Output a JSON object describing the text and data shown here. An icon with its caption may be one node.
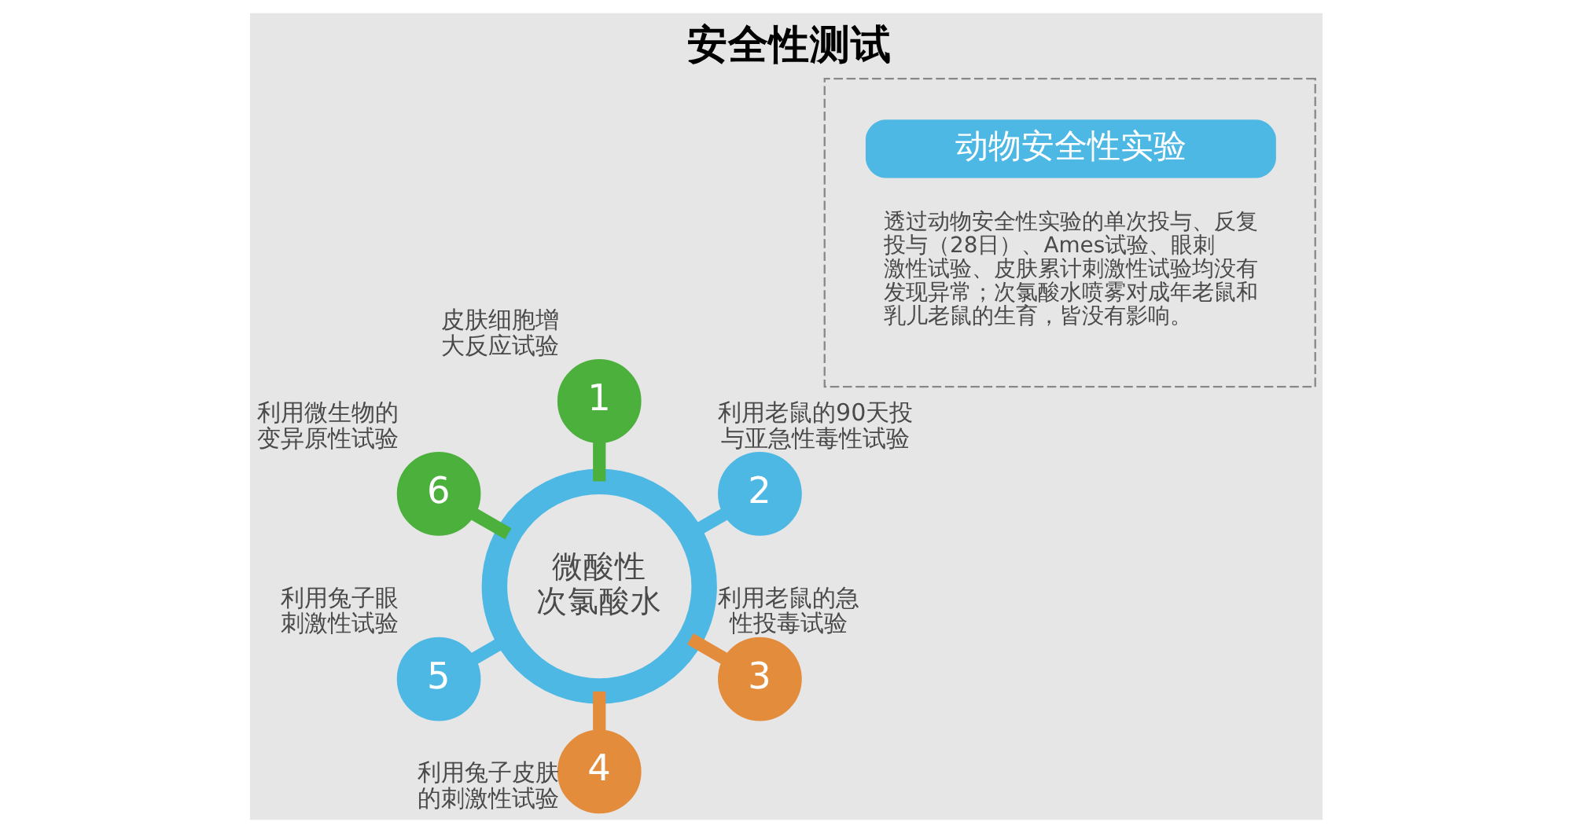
{
  "diagram": {
    "title": "安全性测试",
    "nodes": [
      {
        "text": [
          "微酸性次氯酸水"
        ]
      },
      {
        "text": [
          "1"
        ],
        "beside": [
          "皮肤细胞增大反应试验"
        ]
      },
      {
        "text": [
          "2"
        ],
        "beside": [
          "利用老鼠的90天投与亚急性毒性试验"
        ]
      },
      {
        "text": [
          "3"
        ],
        "beside": [
          "利用老鼠的急性投毒试验"
        ]
      },
      {
        "text": [
          "4"
        ],
        "beside": [
          "利用兔子皮肤的刺激性试验"
        ]
      },
      {
        "text": [
          "5"
        ],
        "beside": [
          "利用兔子眼刺激性试验"
        ]
      },
      {
        "text": [
          "6"
        ],
        "beside": [
          "利用微生物的变异原性试验"
        ]
      },
      {
        "text": [
          "动物安全性实验",
          "透过动物安全性实验的单次投与、反复投与（28日）、Ames试验、眼刺激性试验、皮肤累计刺激性试验均没有发现异常；次氯酸水喷雾对成年老鼠和乳儿老鼠的生育，皆没有影响。"
        ]
      }
    ],
    "edges": [
      {
        "from": 0,
        "to": 1,
        "arrow": "none",
        "color": "#4cb03c"
      },
      {
        "from": 0,
        "to": 2,
        "arrow": "none",
        "color": "#4db8e3"
      },
      {
        "from": 0,
        "to": 3,
        "arrow": "none",
        "color": "#e38c3c"
      },
      {
        "from": 0,
        "to": 4,
        "arrow": "none",
        "color": "#e38c3c"
      },
      {
        "from": 0,
        "to": 5,
        "arrow": "none",
        "color": "#4db8e3"
      },
      {
        "from": 0,
        "to": 6,
        "arrow": "none",
        "color": "#4cb03c"
      }
    ]
  }
}
